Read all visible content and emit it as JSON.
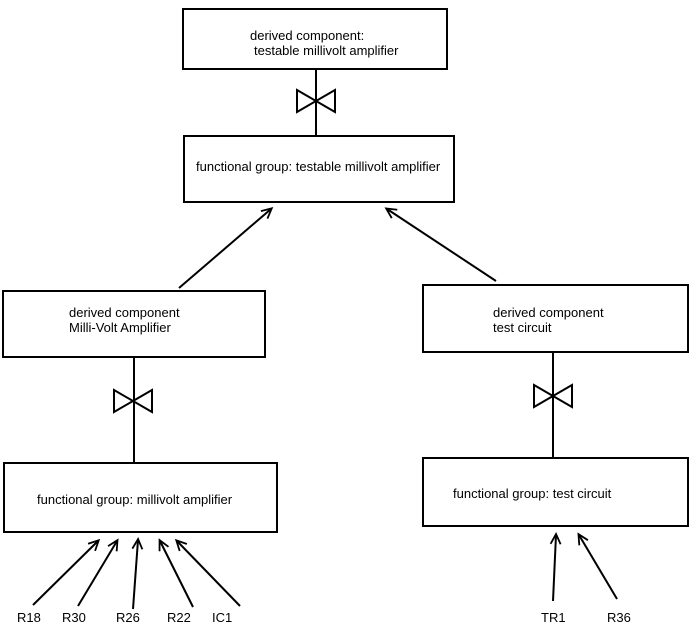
{
  "colors": {
    "line": "#000000",
    "text": "#000000",
    "background": "#ffffff"
  },
  "boxes": {
    "derived_testable": {
      "line1": "derived component:",
      "line2": "testable millivolt amplifier"
    },
    "fg_testable": {
      "label": "functional group: testable millivolt amplifier"
    },
    "derived_mva": {
      "line1": "derived component",
      "line2": "Milli-Volt Amplifier"
    },
    "fg_mva": {
      "label": "functional group: millivolt amplifier"
    },
    "derived_test": {
      "line1": "derived component",
      "line2": "test circuit"
    },
    "fg_test": {
      "label": "functional group: test circuit"
    }
  },
  "components": {
    "mva": [
      "R18",
      "R30",
      "R26",
      "R22",
      "IC1"
    ],
    "test": [
      "TR1",
      "R36"
    ]
  }
}
